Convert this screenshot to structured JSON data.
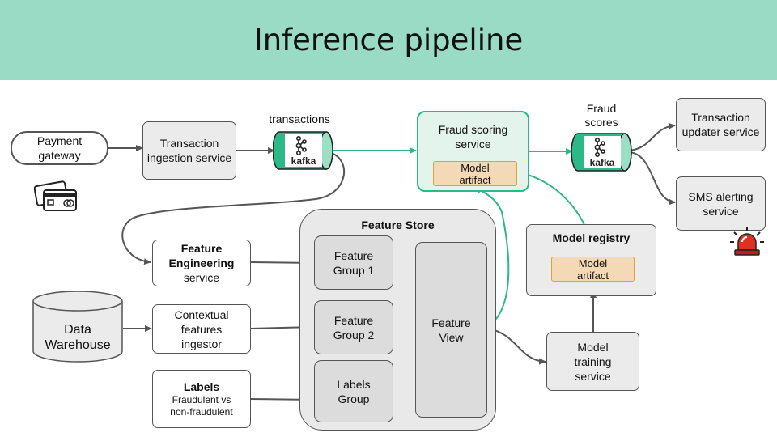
{
  "title": "Inference pipeline",
  "nodes": {
    "payment_gateway": "Payment gateway",
    "ingestion": "Transaction ingestion service",
    "topic_transactions": "transactions",
    "topic_fraud_scores": "Fraud scores",
    "kafka_logo": "kafka",
    "fraud_scoring": "Fraud scoring service",
    "model_artifact": "Model artifact",
    "tx_updater": "Transaction updater service",
    "sms_alerting": "SMS alerting service",
    "feature_store": "Feature Store",
    "fe_title": "Feature Engineering",
    "fe_sub": "service",
    "fg1": "Feature Group 1",
    "fg2": "Feature Group 2",
    "labels_group": "Labels Group",
    "feature_view": "Feature View",
    "data_warehouse": "Data Warehouse",
    "contextual": "Contextual features ingestor",
    "labels_title": "Labels",
    "labels_sub": "Fraudulent vs non-fraudulent",
    "model_registry": "Model registry",
    "registry_artifact": "Model artifact",
    "training": "Model training service"
  },
  "colors": {
    "header": "#99dbc5",
    "accent": "#2db887",
    "artifact": "#f4d9b6",
    "alarm": "#e0301e"
  },
  "icons": [
    "credit-cards-icon",
    "kafka-icon",
    "alarm-light-icon"
  ]
}
